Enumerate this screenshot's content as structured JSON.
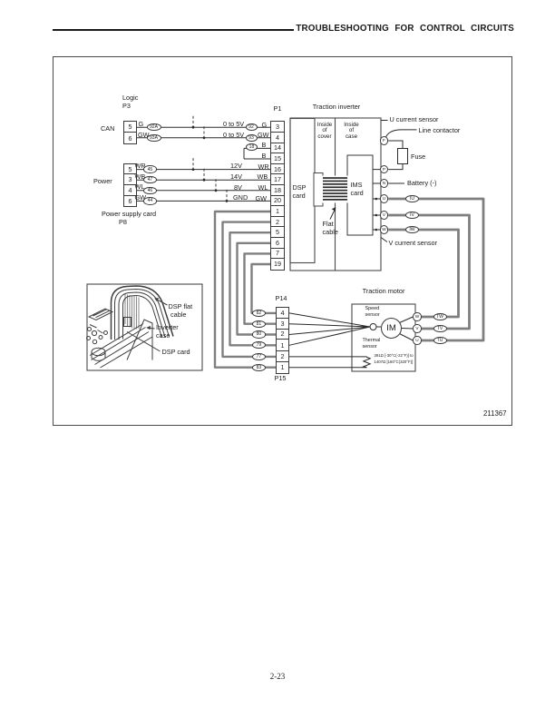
{
  "header": {
    "title": "TROUBLESHOOTING FOR CONTROL CIRCUITS"
  },
  "page_number": "2-23",
  "figure_number": "211367",
  "colors": {
    "wire_thin": "#2b2b2b",
    "wire_thick": "#7f7f7f",
    "box_line": "#4a4a4a"
  },
  "logic_connector": {
    "title": "Logic",
    "name": "P3",
    "group_label": "CAN",
    "pins": [
      "5",
      "6"
    ]
  },
  "power_connector": {
    "group_label": "Power",
    "pins": [
      "5",
      "3",
      "4",
      "6"
    ],
    "card_label": "Power supply card",
    "name": "P8"
  },
  "p1_connector": {
    "name": "P1",
    "pins": [
      "3",
      "4",
      "14",
      "15",
      "16",
      "17",
      "18",
      "20",
      "1",
      "2",
      "5",
      "6",
      "7",
      "19"
    ]
  },
  "can_rows": [
    {
      "wire": "G",
      "src_oval": "92A",
      "value": "0 to 5V",
      "dst_oval": "92",
      "dst_wire": "G"
    },
    {
      "wire": "GW",
      "src_oval": "93A",
      "value": "0 to 5V",
      "dst_oval": "93",
      "dst_wire": "GW"
    }
  ],
  "b_link": {
    "oval": "18",
    "top_wire": "B",
    "bottom_wire": "B"
  },
  "power_rows": [
    {
      "wire": "WR",
      "src_oval": "45",
      "value": "12V",
      "dst_wire": "WR"
    },
    {
      "wire": "WB",
      "src_oval": "47",
      "value": "14V",
      "dst_wire": "WB"
    },
    {
      "wire": "WL",
      "src_oval": "46",
      "value": "8V",
      "dst_wire": "WL"
    },
    {
      "wire": "GW",
      "src_oval": "44",
      "value": "GND",
      "dst_wire": "GW"
    }
  ],
  "inverter": {
    "title": "Traction inverter",
    "inside_cover": [
      "Inside",
      "of",
      "cover"
    ],
    "inside_case": [
      "Inside",
      "of",
      "case"
    ],
    "dsp_card": [
      "DSP",
      "card"
    ],
    "ims_card": [
      "IMS",
      "card"
    ],
    "flat_cable": [
      "Flat",
      "cable"
    ],
    "terminals": [
      "F",
      "P",
      "N",
      "U",
      "V",
      "W"
    ],
    "wire_ovals": [
      "IU",
      "IV",
      "IW"
    ],
    "u_sensor": "U current sensor",
    "line_contactor": "Line contactor",
    "fuse": "Fuse",
    "battery": "Battery (-)",
    "v_sensor": "V current sensor"
  },
  "p14_connector": {
    "name": "P14",
    "pins": [
      "4",
      "3",
      "2",
      "1"
    ],
    "wire_ovals": [
      "82",
      "81",
      "80",
      "79"
    ]
  },
  "p15_connector": {
    "name": "P15",
    "pins": [
      "2",
      "1"
    ],
    "wire_ovals": [
      "77",
      "83"
    ]
  },
  "motor": {
    "title": "Traction motor",
    "label": "IM",
    "speed_sensor": [
      "Speed",
      "sensor"
    ],
    "thermal_sensor": [
      "Thermal",
      "sensor"
    ],
    "thermal_range": [
      "391Ω [-30°C(-22°F)] to",
      "1407Ω [160°C(320°F)]"
    ],
    "terminals": [
      "W",
      "V",
      "U"
    ],
    "wire_ovals": [
      "TW",
      "TV",
      "TU"
    ]
  },
  "inset": {
    "flat_cable": [
      "DSP flat",
      "cable"
    ],
    "case": [
      "Inverter",
      "case"
    ],
    "card": "DSP card"
  }
}
